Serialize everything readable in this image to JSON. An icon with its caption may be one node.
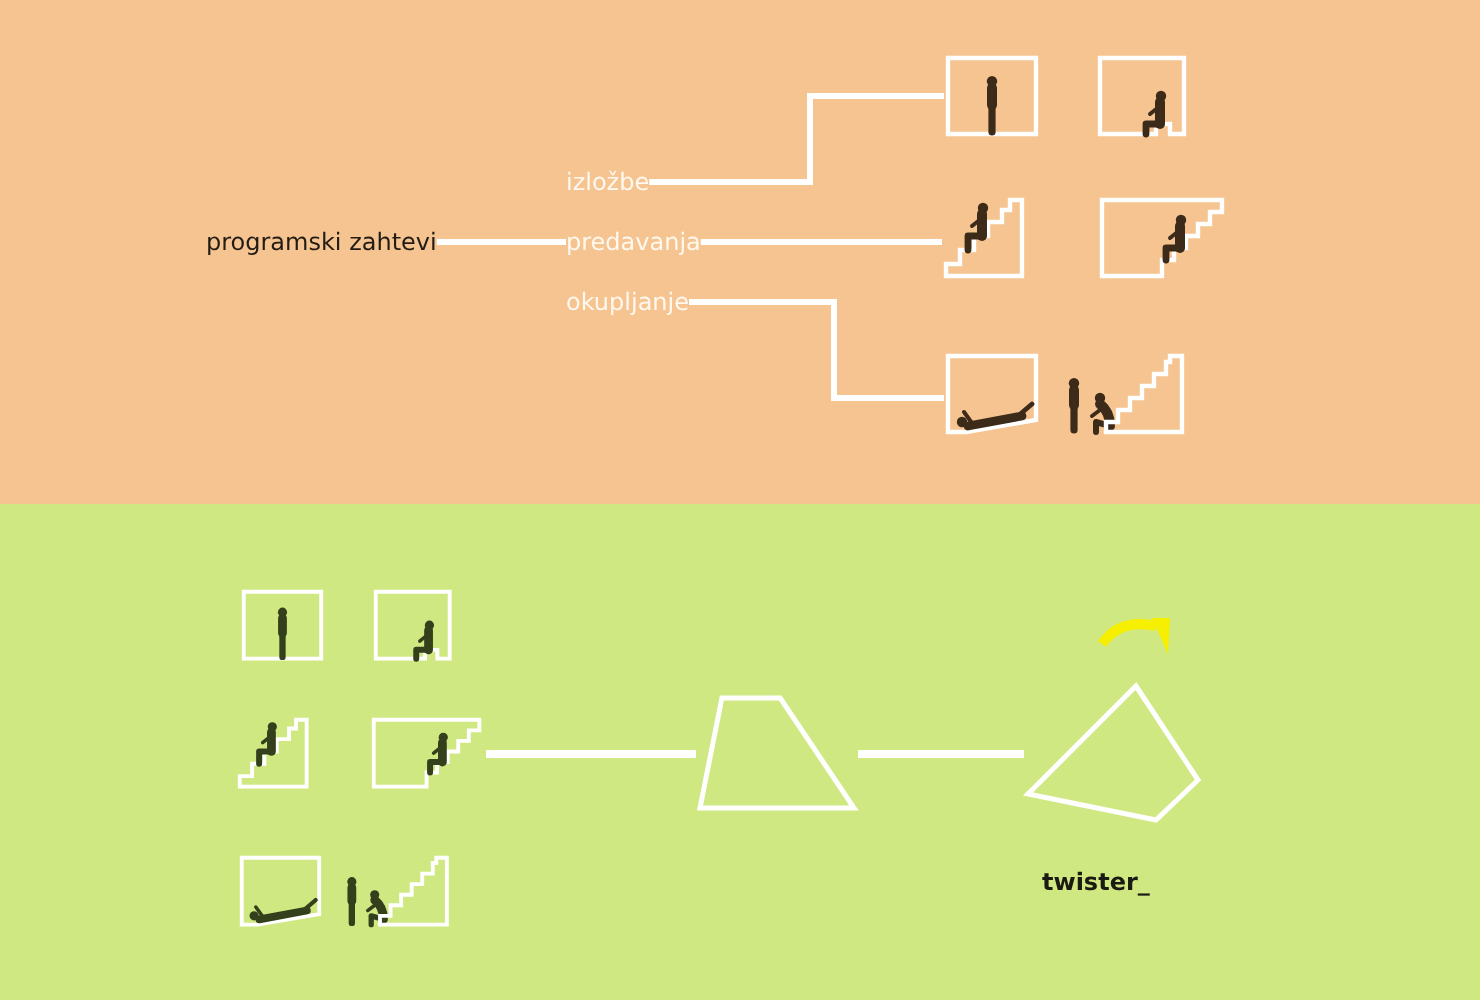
{
  "diagram": {
    "nodes": [
      {
        "text": [
          "programski zahtevi"
        ]
      },
      {
        "text": [
          "izložbe"
        ]
      },
      {
        "text": [
          "predavanja"
        ]
      },
      {
        "text": [
          "okupljanje"
        ]
      },
      {
        "text": [],
        "shape": "picture"
      },
      {
        "text": [],
        "shape": "picture"
      },
      {
        "text": [],
        "shape": "picture"
      },
      {
        "text": [],
        "shape": "picture"
      },
      {
        "text": [],
        "shape": "trapezoid"
      },
      {
        "text": [],
        "shape": "quadrilateral",
        "beside": [
          "twister_"
        ]
      }
    ],
    "edges": [
      {
        "from": 0,
        "to": 2,
        "arrow": "none"
      },
      {
        "from": 1,
        "to": 4,
        "arrow": "none"
      },
      {
        "from": 2,
        "to": 5,
        "arrow": "none"
      },
      {
        "from": 3,
        "to": 6,
        "arrow": "none"
      },
      {
        "from": 7,
        "to": 8,
        "arrow": "none"
      },
      {
        "from": 8,
        "to": 9,
        "arrow": "none"
      }
    ]
  }
}
